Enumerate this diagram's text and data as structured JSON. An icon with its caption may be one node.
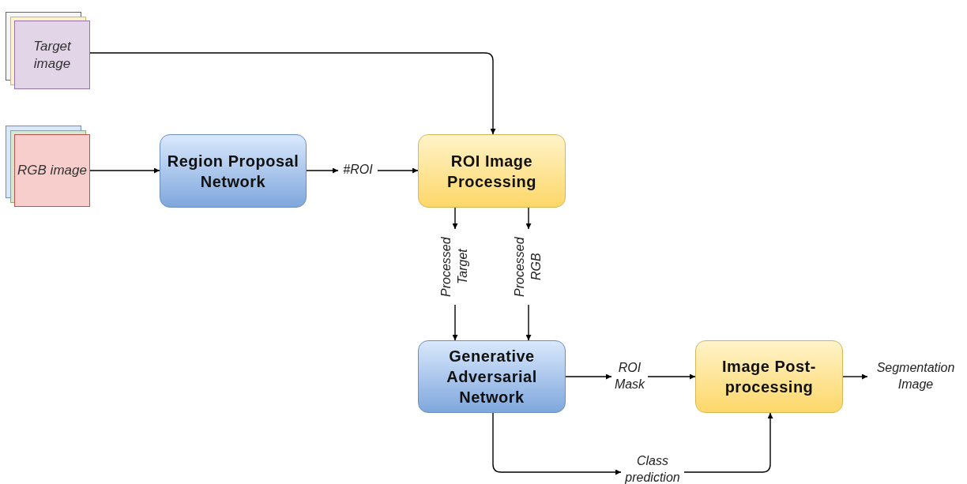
{
  "diagram": {
    "nodes": [
      {
        "text": [
          "Target image"
        ]
      },
      {
        "text": [
          "RGB image"
        ]
      },
      {
        "text": [
          "Region Proposal Network"
        ]
      },
      {
        "text": [
          "#ROI"
        ]
      },
      {
        "text": [
          "ROI Image Processing"
        ]
      },
      {
        "text": [
          "Processed Target"
        ]
      },
      {
        "text": [
          "Processed RGB"
        ]
      },
      {
        "text": [
          "Generative Adversarial Network"
        ]
      },
      {
        "text": [
          "ROI Mask"
        ]
      },
      {
        "text": [
          "Image Post-processing"
        ]
      },
      {
        "text": [
          "Segmentation Image"
        ]
      },
      {
        "text": [
          "Class prediction"
        ]
      }
    ],
    "edges": [
      {
        "from": 0,
        "to": 4,
        "arrow": "to"
      },
      {
        "from": 1,
        "to": 2,
        "arrow": "to"
      },
      {
        "from": 2,
        "to": 3,
        "arrow": "to"
      },
      {
        "from": 3,
        "to": 4,
        "arrow": "to"
      },
      {
        "from": 4,
        "to": 5,
        "arrow": "to"
      },
      {
        "from": 5,
        "to": 7,
        "arrow": "to"
      },
      {
        "from": 4,
        "to": 6,
        "arrow": "to"
      },
      {
        "from": 6,
        "to": 7,
        "arrow": "to"
      },
      {
        "from": 7,
        "to": 8,
        "arrow": "to"
      },
      {
        "from": 8,
        "to": 9,
        "arrow": "to"
      },
      {
        "from": 9,
        "to": 10,
        "arrow": "to"
      },
      {
        "from": 7,
        "to": 11,
        "arrow": "to"
      },
      {
        "from": 11,
        "to": 9,
        "arrow": "to"
      }
    ]
  }
}
